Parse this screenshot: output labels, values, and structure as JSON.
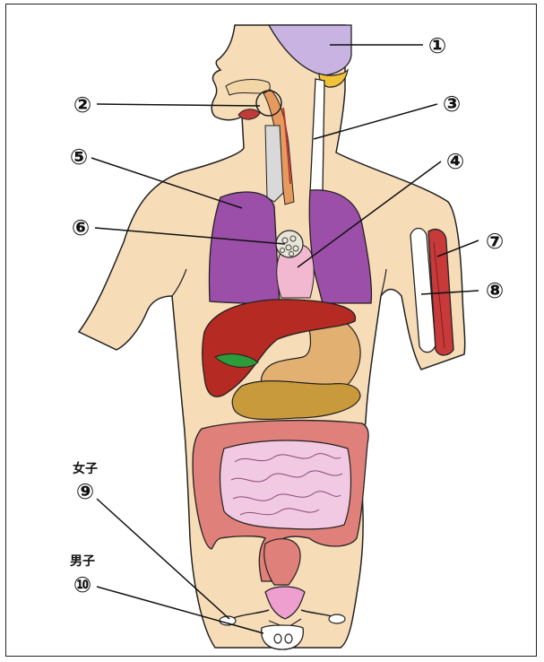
{
  "figure": {
    "callouts": [
      {
        "id": "1",
        "text": "①"
      },
      {
        "id": "2",
        "text": "②"
      },
      {
        "id": "3",
        "text": "③"
      },
      {
        "id": "4",
        "text": "④"
      },
      {
        "id": "5",
        "text": "⑤"
      },
      {
        "id": "6",
        "text": "⑥"
      },
      {
        "id": "7",
        "text": "⑦"
      },
      {
        "id": "8",
        "text": "⑧"
      },
      {
        "id": "9",
        "text": "⑨",
        "caption": "女子"
      },
      {
        "id": "10",
        "text": "⑩",
        "caption": "男子"
      }
    ],
    "colors": {
      "skin": "#f7dcb8",
      "brain": "#c9b3e3",
      "cerebellum": "#f0c23a",
      "lung": "#9b4fa8",
      "heart": "#f2b8cf",
      "liver": "#b52a22",
      "gallbladder": "#2e9b3a",
      "stomach": "#e2b070",
      "pancreas": "#c99a3b",
      "large_intestine": "#e0807a",
      "small_intestine": "#f1c9e2",
      "uterus": "#ee9fd0",
      "muscle": "#c83a3a"
    }
  }
}
